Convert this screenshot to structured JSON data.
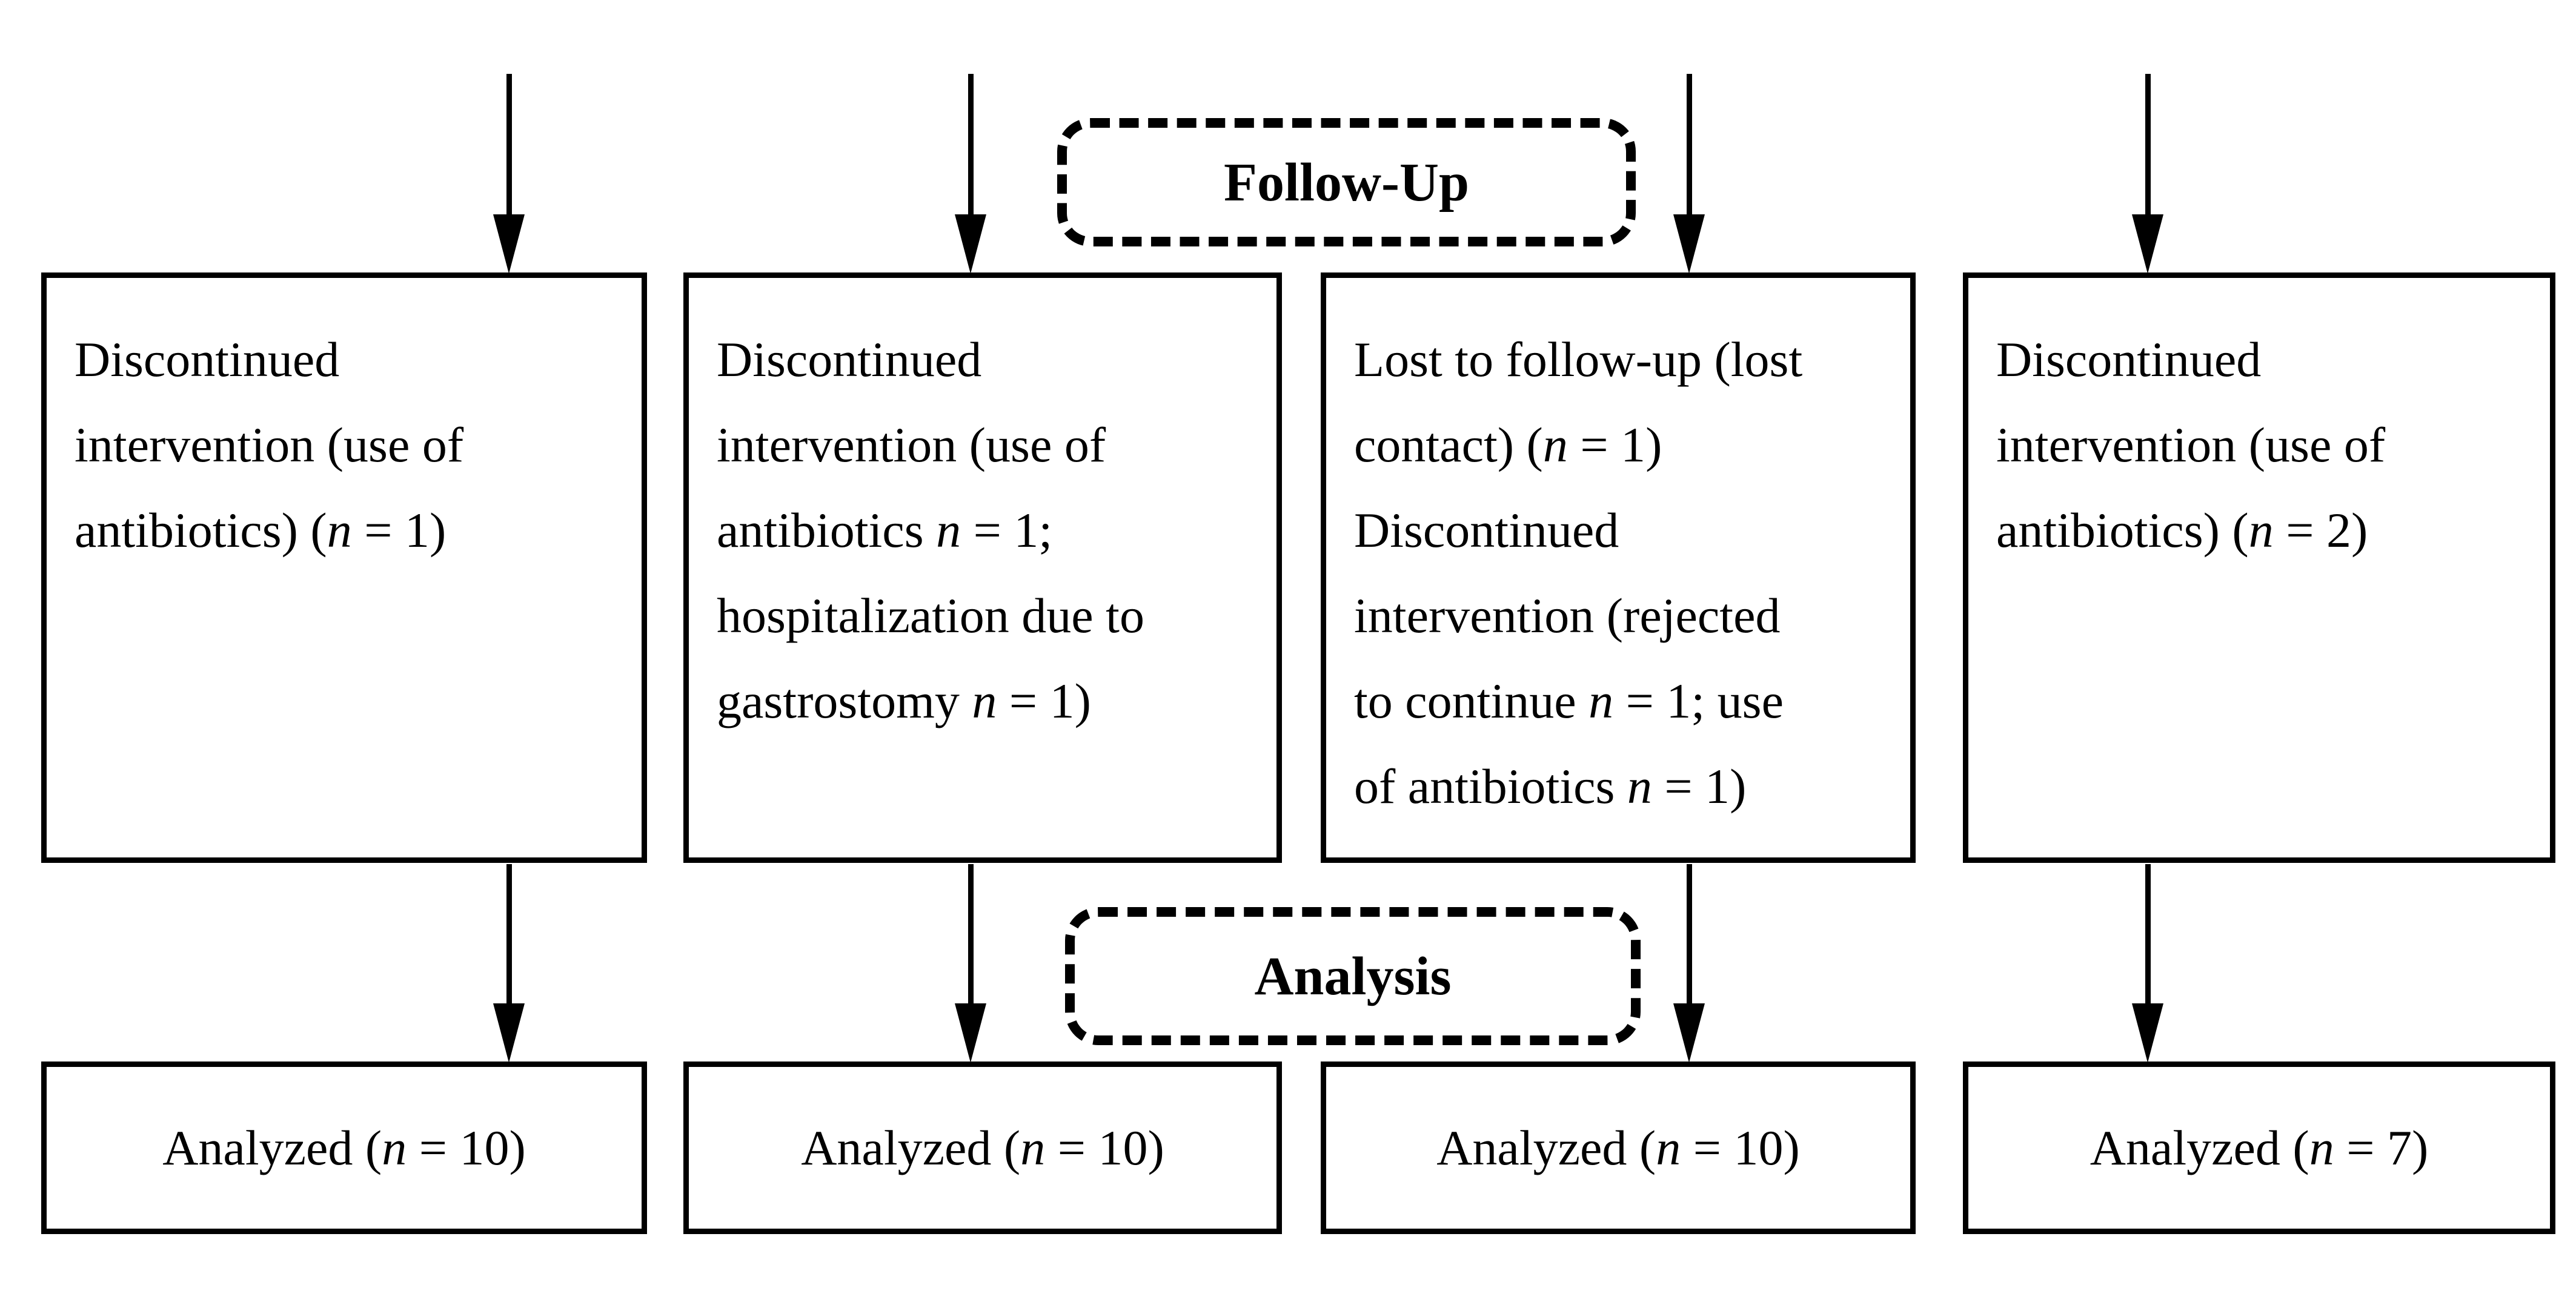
{
  "diagram": {
    "type": "consort-flow",
    "colors": {
      "line": "#000000",
      "background": "#ffffff",
      "text": "#000000"
    },
    "stages": {
      "followup_label": "Follow-Up",
      "analysis_label": "Analysis"
    },
    "columns": [
      {
        "followup_lines": [
          "Discontinued",
          "intervention (use of",
          "antibiotics) (*n* = 1)"
        ],
        "analyzed_label": "Analyzed (*n* = 10)"
      },
      {
        "followup_lines": [
          "Discontinued",
          "intervention (use of",
          "antibiotics *n* = 1;",
          "hospitalization due to",
          "gastrostomy *n* = 1)"
        ],
        "analyzed_label": "Analyzed (*n* = 10)"
      },
      {
        "followup_lines": [
          "Lost to follow-up (lost",
          "contact) (*n* = 1)",
          "Discontinued",
          "intervention (rejected",
          "to continue *n* = 1; use",
          "of antibiotics *n* = 1)"
        ],
        "analyzed_label": "Analyzed (*n* = 10)"
      },
      {
        "followup_lines": [
          "Discontinued",
          "intervention (use of",
          "antibiotics) (*n* = 2)"
        ],
        "analyzed_label": "Analyzed (*n* = 7)"
      }
    ]
  }
}
